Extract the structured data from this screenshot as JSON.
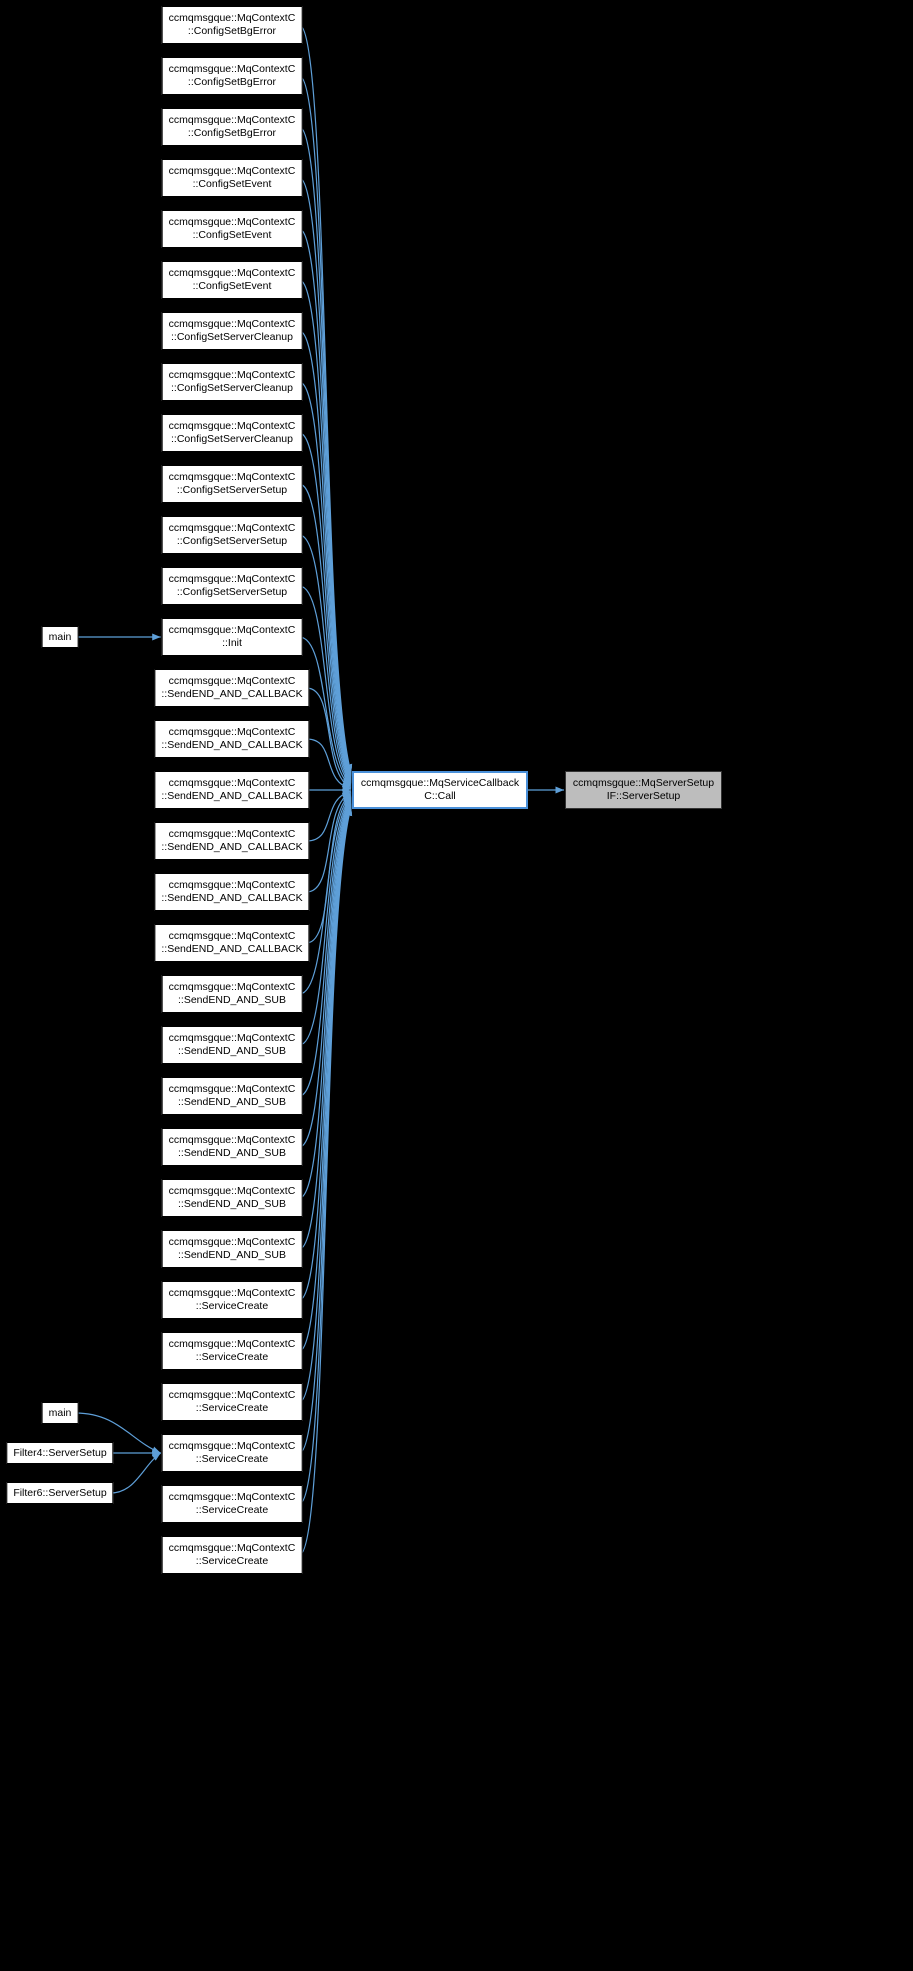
{
  "graph": {
    "background_color": "#000000",
    "edge_color": "#5e9fd8",
    "node_fill": "#ffffff",
    "node_text_color": "#000000",
    "center_node": {
      "lines": [
        "ccmqmsgque::MqServiceCallback",
        "C::Call"
      ],
      "border_color": "#4a90d9"
    },
    "target_node": {
      "lines": [
        "ccmqmsgque::MqServerSetup",
        "IF::ServerSetup"
      ],
      "fill": "#bdbdbd"
    },
    "callers": [
      {
        "lines": [
          "ccmqmsgque::MqContextC",
          "::ConfigSetBgError"
        ]
      },
      {
        "lines": [
          "ccmqmsgque::MqContextC",
          "::ConfigSetBgError"
        ]
      },
      {
        "lines": [
          "ccmqmsgque::MqContextC",
          "::ConfigSetBgError"
        ]
      },
      {
        "lines": [
          "ccmqmsgque::MqContextC",
          "::ConfigSetEvent"
        ]
      },
      {
        "lines": [
          "ccmqmsgque::MqContextC",
          "::ConfigSetEvent"
        ]
      },
      {
        "lines": [
          "ccmqmsgque::MqContextC",
          "::ConfigSetEvent"
        ]
      },
      {
        "lines": [
          "ccmqmsgque::MqContextC",
          "::ConfigSetServerCleanup"
        ]
      },
      {
        "lines": [
          "ccmqmsgque::MqContextC",
          "::ConfigSetServerCleanup"
        ]
      },
      {
        "lines": [
          "ccmqmsgque::MqContextC",
          "::ConfigSetServerCleanup"
        ]
      },
      {
        "lines": [
          "ccmqmsgque::MqContextC",
          "::ConfigSetServerSetup"
        ]
      },
      {
        "lines": [
          "ccmqmsgque::MqContextC",
          "::ConfigSetServerSetup"
        ]
      },
      {
        "lines": [
          "ccmqmsgque::MqContextC",
          "::ConfigSetServerSetup"
        ]
      },
      {
        "lines": [
          "ccmqmsgque::MqContextC",
          "::Init"
        ]
      },
      {
        "lines": [
          "ccmqmsgque::MqContextC",
          "::SendEND_AND_CALLBACK"
        ]
      },
      {
        "lines": [
          "ccmqmsgque::MqContextC",
          "::SendEND_AND_CALLBACK"
        ]
      },
      {
        "lines": [
          "ccmqmsgque::MqContextC",
          "::SendEND_AND_CALLBACK"
        ]
      },
      {
        "lines": [
          "ccmqmsgque::MqContextC",
          "::SendEND_AND_CALLBACK"
        ]
      },
      {
        "lines": [
          "ccmqmsgque::MqContextC",
          "::SendEND_AND_CALLBACK"
        ]
      },
      {
        "lines": [
          "ccmqmsgque::MqContextC",
          "::SendEND_AND_CALLBACK"
        ]
      },
      {
        "lines": [
          "ccmqmsgque::MqContextC",
          "::SendEND_AND_SUB"
        ]
      },
      {
        "lines": [
          "ccmqmsgque::MqContextC",
          "::SendEND_AND_SUB"
        ]
      },
      {
        "lines": [
          "ccmqmsgque::MqContextC",
          "::SendEND_AND_SUB"
        ]
      },
      {
        "lines": [
          "ccmqmsgque::MqContextC",
          "::SendEND_AND_SUB"
        ]
      },
      {
        "lines": [
          "ccmqmsgque::MqContextC",
          "::SendEND_AND_SUB"
        ]
      },
      {
        "lines": [
          "ccmqmsgque::MqContextC",
          "::SendEND_AND_SUB"
        ]
      },
      {
        "lines": [
          "ccmqmsgque::MqContextC",
          "::ServiceCreate"
        ]
      },
      {
        "lines": [
          "ccmqmsgque::MqContextC",
          "::ServiceCreate"
        ]
      },
      {
        "lines": [
          "ccmqmsgque::MqContextC",
          "::ServiceCreate"
        ]
      },
      {
        "lines": [
          "ccmqmsgque::MqContextC",
          "::ServiceCreate"
        ]
      },
      {
        "lines": [
          "ccmqmsgque::MqContextC",
          "::ServiceCreate"
        ]
      },
      {
        "lines": [
          "ccmqmsgque::MqContextC",
          "::ServiceCreate"
        ]
      }
    ],
    "external_callers": [
      {
        "label": "main",
        "target_index": 12
      },
      {
        "label": "main",
        "target_index": 28
      },
      {
        "label": "Filter4::ServerSetup",
        "target_index": 28
      },
      {
        "label": "Filter6::ServerSetup",
        "target_index": 28
      }
    ]
  }
}
